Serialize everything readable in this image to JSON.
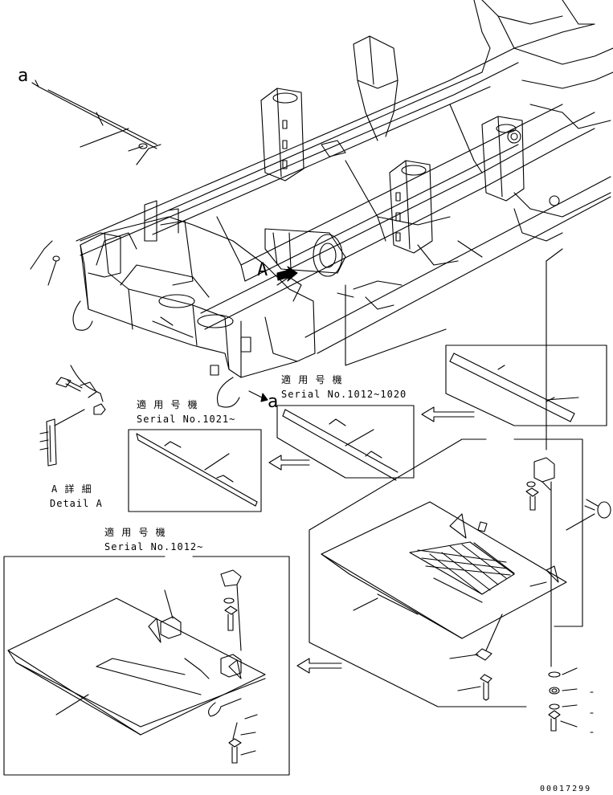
{
  "labels": {
    "callout_a_top": "a",
    "callout_a_front": "a",
    "view_A": "A",
    "detail_a_title_jp": "A 詳 細",
    "detail_a_title_en": "Detail A",
    "serial_1012_1020_jp": "適 用 号 機",
    "serial_1012_1020_en": "Serial No.1012~1020",
    "serial_1021_jp": "適 用 号 機",
    "serial_1021_en": "Serial No.1021~",
    "serial_1012_jp": "適 用 号 機",
    "serial_1012_en": "Serial No.1012~",
    "drawing_number": "00017299"
  },
  "colors": {
    "line": "#000000",
    "background": "#ffffff"
  }
}
